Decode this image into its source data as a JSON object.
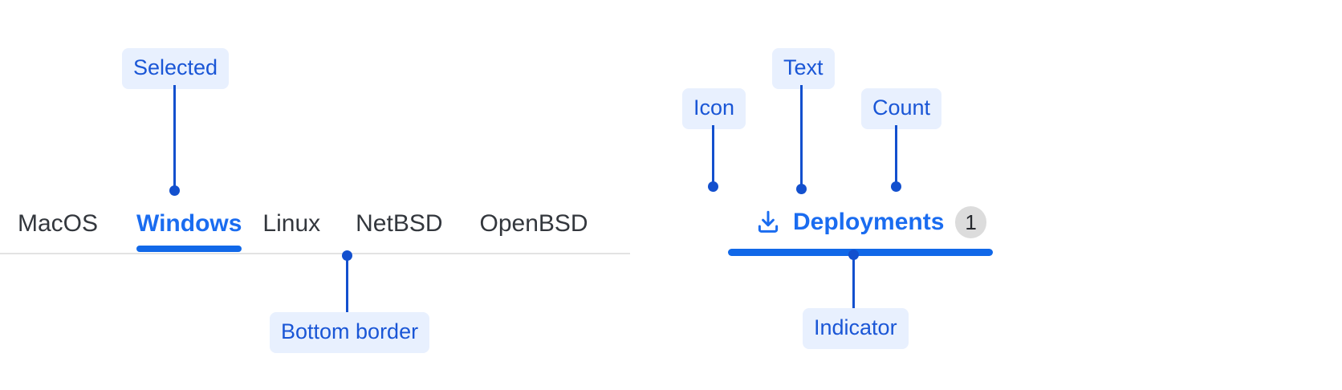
{
  "left_example": {
    "tabs": [
      {
        "label": "MacOS",
        "selected": false
      },
      {
        "label": "Windows",
        "selected": true
      },
      {
        "label": "Linux",
        "selected": false
      },
      {
        "label": "NetBSD",
        "selected": false
      },
      {
        "label": "OpenBSD",
        "selected": false
      }
    ],
    "annotations": {
      "selected": "Selected",
      "bottom_border": "Bottom border"
    }
  },
  "right_example": {
    "tab": {
      "icon": "download-icon",
      "label": "Deployments",
      "count": "1"
    },
    "annotations": {
      "icon": "Icon",
      "text": "Text",
      "count": "Count",
      "indicator": "Indicator"
    }
  },
  "colors": {
    "accent_blue": "#1a6cf0",
    "annotation_blue": "#1350ce",
    "annotation_pill_bg": "#e8f0fe",
    "tab_text": "#33373d",
    "divider": "#e3e3e3",
    "badge_bg": "#dcdcdc",
    "badge_text": "#26292e",
    "background": "#ffffff"
  }
}
